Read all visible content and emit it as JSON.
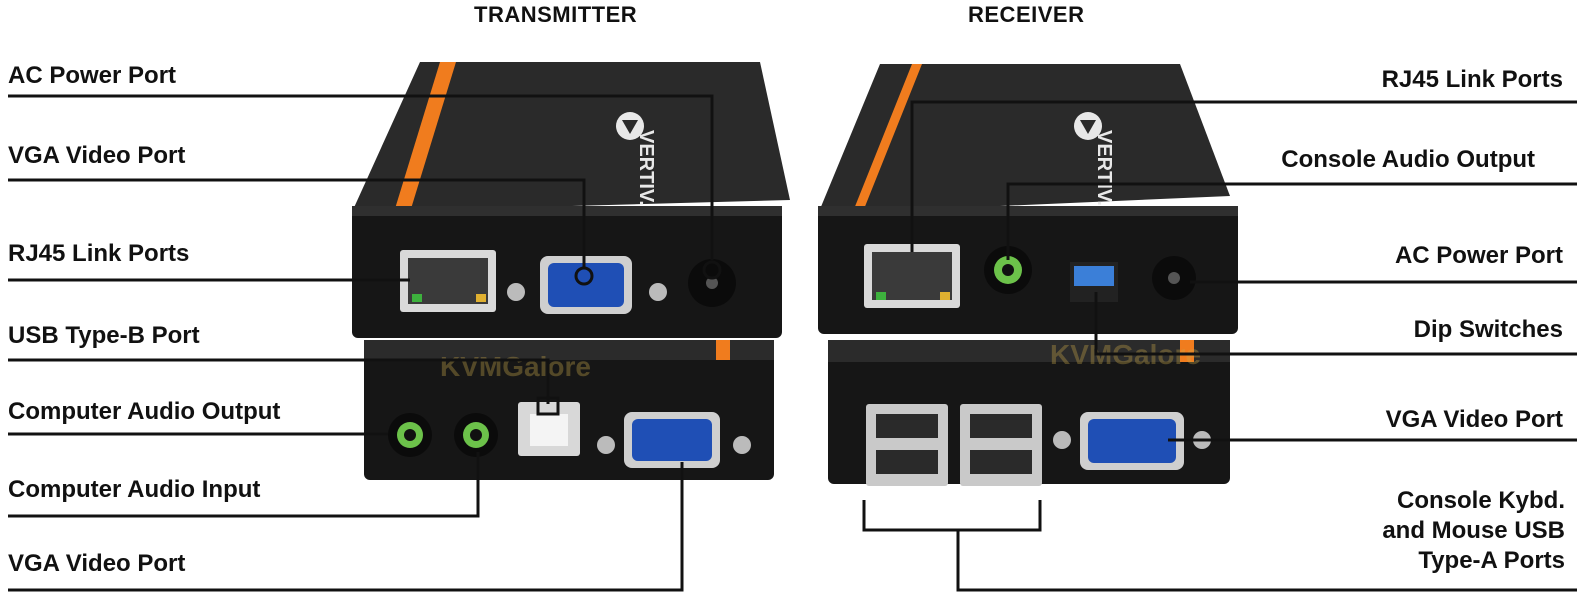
{
  "headers": {
    "transmitter": "TRANSMITTER",
    "receiver": "RECEIVER"
  },
  "left_labels": {
    "ac_power": "AC Power Port",
    "vga_video": "VGA Video Port",
    "rj45": "RJ45 Link Ports",
    "usb_b": "USB Type-B Port",
    "audio_out": "Computer Audio Output",
    "audio_in": "Computer Audio Input",
    "vga_video_bottom": "VGA Video Port"
  },
  "right_labels": {
    "rj45": "RJ45 Link Ports",
    "console_audio": "Console Audio Output",
    "ac_power": "AC Power Port",
    "dip": "Dip Switches",
    "vga_video": "VGA Video Port",
    "console_usb_line1": "Console Kybd.",
    "console_usb_line2": "and Mouse USB",
    "console_usb_line3": "Type-A  Ports"
  },
  "device_text": {
    "brand": "VERTIV.",
    "watermark": "KVMGalore"
  },
  "colors": {
    "device_body": "#1c1c1c",
    "accent_stripe": "#f07c1e",
    "vga_port": "#1f4fb5",
    "audio_green": "#6cc24a",
    "leader_lines": "#111111"
  }
}
